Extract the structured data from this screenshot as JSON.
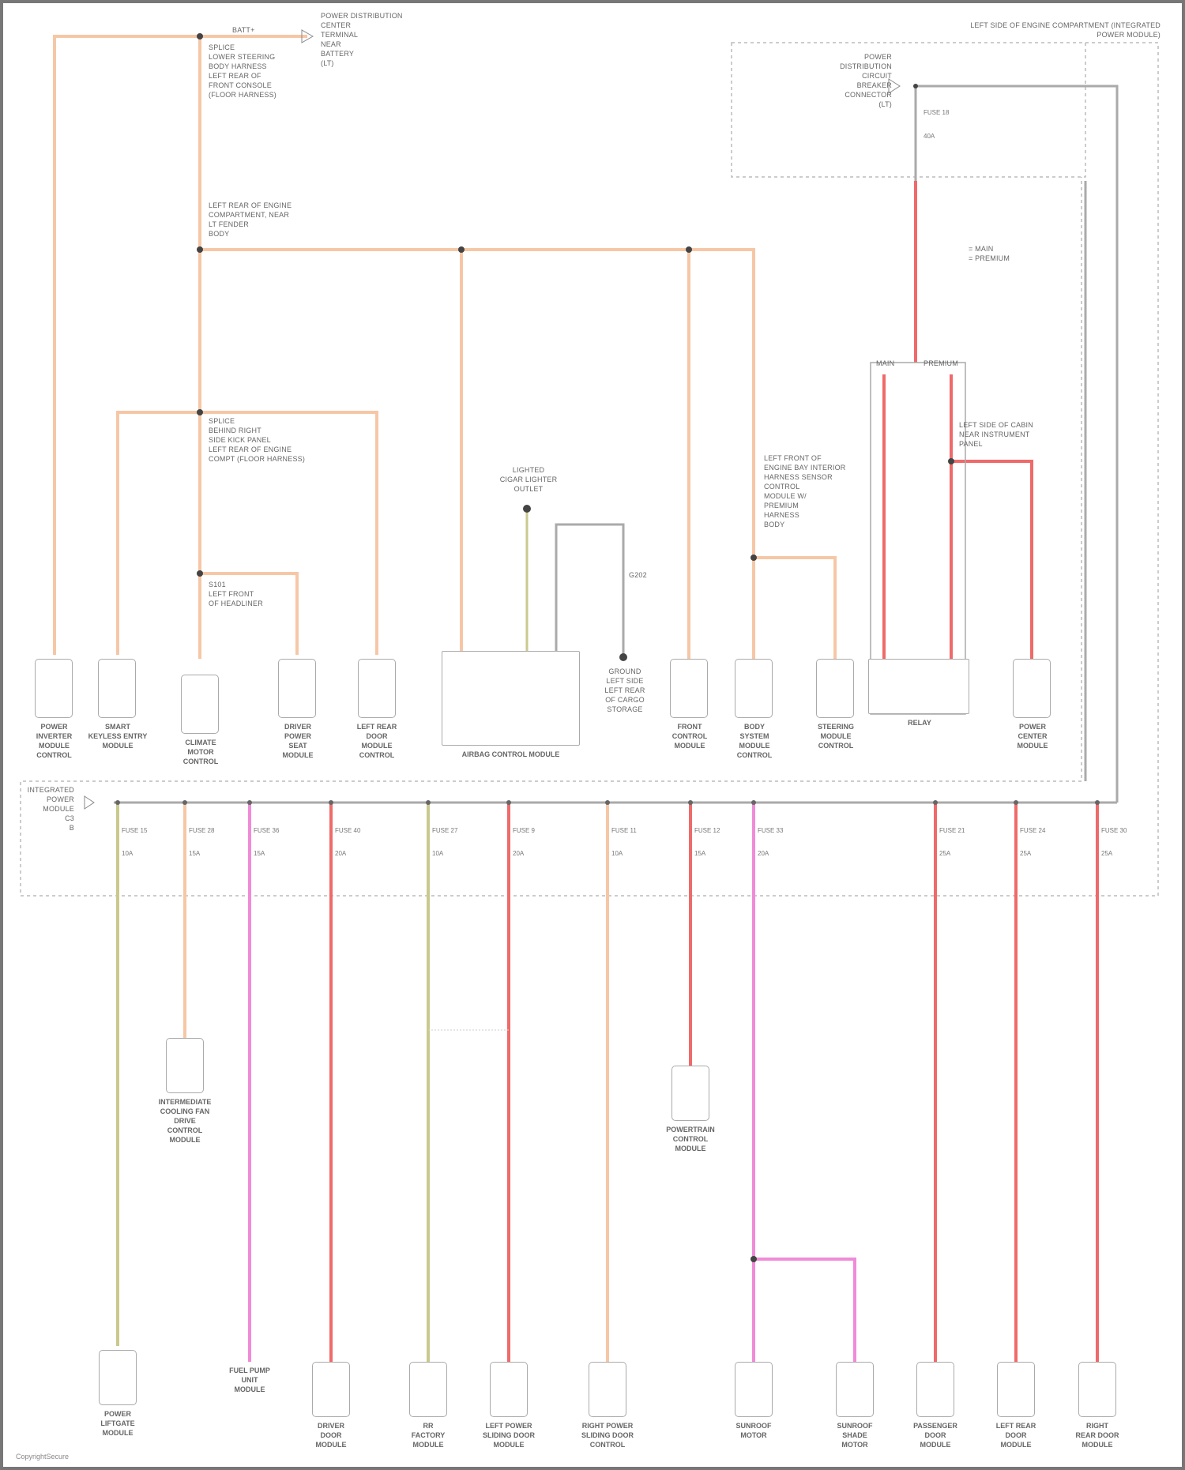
{
  "diagram": {
    "title": "LEFT SIDE OF ENGINE COMPARTMENT (INTEGRATED POWER MODULE)",
    "top_notes": {
      "top_left_splice": "SPLICE\nLOWER STEERING\nBODY HARNESS\nLEFT REAR OF\nFRONT CONSOLE\n(FLOOR HARNESS)",
      "top_connector": "POWER DISTRIBUTION\nCENTER\nTERMINAL\nNEAR\nBATTERY\n(LT)",
      "wire_label_top": "BATT+",
      "mid_splice": "LEFT REAR OF ENGINE\nCOMPARTMENT, NEAR\nLT FENDER\nBODY",
      "splice_2": "SPLICE\nBEHIND RIGHT\nSIDE KICK PANEL\nLEFT REAR OF ENGINE\nCOMPT (FLOOR HARNESS)",
      "small_splice": "S101\nLEFT FRONT\nOF HEADLINER",
      "right_box": "POWER\nDISTRIBUTION\nCIRCUIT\nBREAKER\nCONNECTOR\n(LT)",
      "right_fuse": "FUSE 18",
      "right_amp": "40A",
      "legend": "= MAIN\n= PREMIUM",
      "right_splice": "LEFT SIDE OF CABIN\nNEAR INSTRUMENT\nPANEL",
      "rt_note": "LEFT FRONT OF\nENGINE BAY INTERIOR\nHARNESS SENSOR\nCONTROL\nMODULE W/\nPREMIUM\nHARNESS\nBODY",
      "ground_label": "GROUND\nLEFT SIDE\nLEFT REAR\nOF CARGO\nSTORAGE",
      "gnd_top": "LIGHTED\nCIGAR LIGHTER\nOUTLET",
      "g202": "G202",
      "main": "MAIN",
      "premium": "PREMIUM",
      "module_label": "INTEGRATED\nPOWER MODULE\nC3\nB"
    },
    "top_components": [
      {
        "label": "POWER\nINVERTER\nMODULE\nCONTROL"
      },
      {
        "label": "SMART\nKEYLESS ENTRY\nMODULE"
      },
      {
        "label": "CLIMATE\nMOTOR\nCONTROL"
      },
      {
        "label": "DRIVER\nPOWER\nSEAT\nMODULE"
      },
      {
        "label": "LEFT REAR\nDOOR\nMODULE\nCONTROL"
      },
      {
        "label": "AIRBAG CONTROL MODULE"
      },
      {
        "label": "FRONT\nCONTROL\nMODULE"
      },
      {
        "label": "BODY\nSYSTEM\nMODULE\nCONTROL"
      },
      {
        "label": "STEERING\nMODULE\nCONTROL"
      },
      {
        "label": "RELAY"
      },
      {
        "label": "POWER\nCENTER\nMODULE"
      }
    ],
    "fuses": [
      {
        "fuse": "FUSE 15",
        "amp": "10A"
      },
      {
        "fuse": "FUSE 28",
        "amp": "15A"
      },
      {
        "fuse": "FUSE 36",
        "amp": "15A"
      },
      {
        "fuse": "FUSE 40",
        "amp": "20A"
      },
      {
        "fuse": "FUSE 27",
        "amp": "10A"
      },
      {
        "fuse": "FUSE 9",
        "amp": "20A"
      },
      {
        "fuse": "FUSE 11",
        "amp": "10A"
      },
      {
        "fuse": "FUSE 12",
        "amp": "15A"
      },
      {
        "fuse": "FUSE 33",
        "amp": "20A"
      },
      {
        "fuse": "FUSE 21",
        "amp": "25A"
      },
      {
        "fuse": "FUSE 24",
        "amp": "25A"
      },
      {
        "fuse": "FUSE 30",
        "amp": "25A"
      }
    ],
    "bottom_components": [
      {
        "label": "POWER\nLIFTGATE\nMODULE"
      },
      {
        "label": "INTERMEDIATE\nCOOLING FAN\nDRIVE\nCONTROL\nMODULE"
      },
      {
        "label": "FUEL PUMP\nUNIT\nMODULE"
      },
      {
        "label": "DRIVER\nDOOR\nMODULE"
      },
      {
        "label": "RR\nFACTORY\nMODULE"
      },
      {
        "label": "LEFT POWER\nSLIDING DOOR\nMODULE"
      },
      {
        "label": "RIGHT POWER\nSLIDING DOOR\nCONTROL"
      },
      {
        "label": "POWERTRAIN\nCONTROL\nMODULE"
      },
      {
        "label": "SUNROOF\nMOTOR"
      },
      {
        "label": "SUNROOF\nSHADE\nMOTOR"
      },
      {
        "label": "PASSENGER\nDOOR\nMODULE"
      },
      {
        "label": "LEFT REAR\nDOOR\nMODULE"
      },
      {
        "label": "RIGHT\nREAR DOOR\nMODULE"
      }
    ],
    "footer": "CopyrightSecure"
  },
  "colors": {
    "orange_wire": "#f6c7a6",
    "red_wire": "#ef6a6a",
    "pink_wire": "#f08bd8",
    "olive_wire": "#c9c98e",
    "gray_wire": "#a9a9a9",
    "dashed_box": "#b5b5b5"
  }
}
